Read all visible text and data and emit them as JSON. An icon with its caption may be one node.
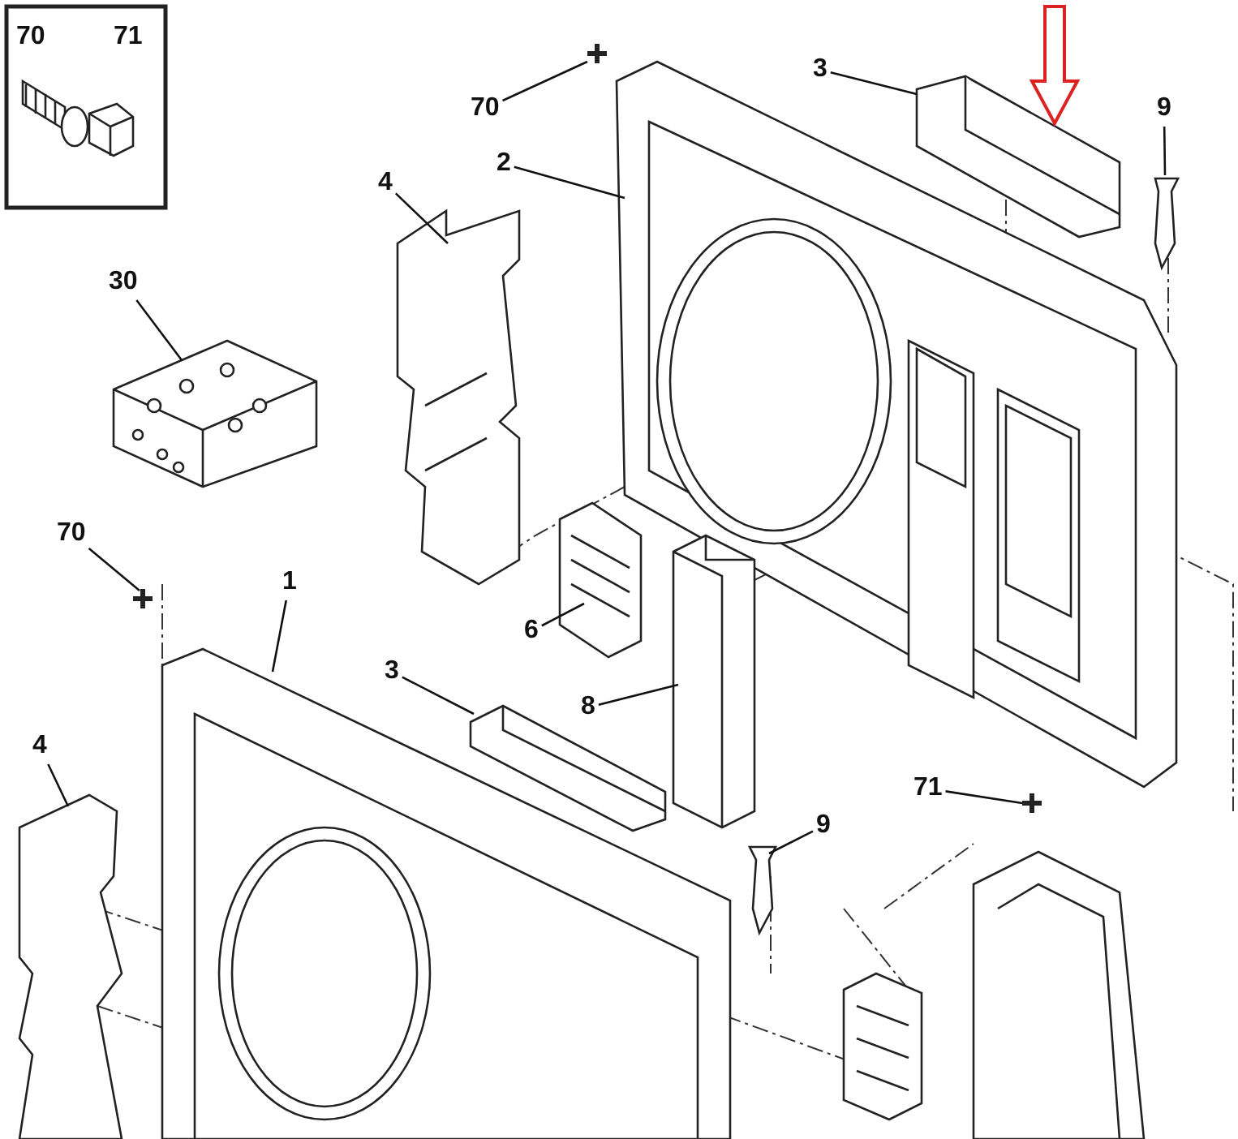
{
  "diagram": {
    "nodes": [
      {
        "text": [
          "70"
        ]
      },
      {
        "text": [
          "3"
        ]
      },
      {
        "text": [
          "9"
        ]
      },
      {
        "text": [
          "2"
        ]
      },
      {
        "text": [
          "4"
        ]
      },
      {
        "text": [
          "30"
        ]
      },
      {
        "text": [
          "70"
        ]
      },
      {
        "text": [
          "1"
        ]
      },
      {
        "text": [
          "6"
        ]
      },
      {
        "text": [
          "3"
        ]
      },
      {
        "text": [
          "8"
        ]
      },
      {
        "text": [
          "4"
        ]
      },
      {
        "text": [
          "71"
        ]
      },
      {
        "text": [
          "9"
        ]
      }
    ],
    "edges": [
      {
        "from": 0,
        "to": null,
        "arrow": "none"
      },
      {
        "from": 1,
        "to": null,
        "arrow": "none"
      },
      {
        "from": 2,
        "to": null,
        "arrow": "none"
      },
      {
        "from": 3,
        "to": null,
        "arrow": "none"
      },
      {
        "from": 4,
        "to": null,
        "arrow": "none"
      },
      {
        "from": 5,
        "to": null,
        "arrow": "none"
      },
      {
        "from": 6,
        "to": null,
        "arrow": "none"
      },
      {
        "from": 7,
        "to": null,
        "arrow": "none"
      },
      {
        "from": 8,
        "to": null,
        "arrow": "none"
      },
      {
        "from": 9,
        "to": null,
        "arrow": "none"
      },
      {
        "from": 10,
        "to": null,
        "arrow": "none"
      },
      {
        "from": 11,
        "to": null,
        "arrow": "none"
      },
      {
        "from": 12,
        "to": null,
        "arrow": "none"
      },
      {
        "from": 13,
        "to": null,
        "arrow": "none"
      }
    ],
    "labels": [
      "70",
      "71"
    ]
  }
}
